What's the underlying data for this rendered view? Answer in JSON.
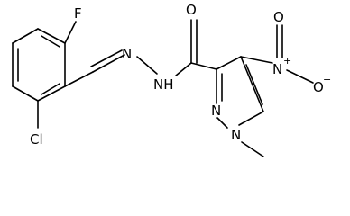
{
  "molecule": {
    "atoms": {
      "F": "F",
      "Cl": "Cl",
      "O_carbonyl": "O",
      "N_hydrazone": "N",
      "NH": "NH",
      "N_ring_2": "N",
      "N_ring_1": "N",
      "N_nitro": "N",
      "N_nitro_charge": "+",
      "O_nitro_top": "O",
      "O_nitro_right": "O",
      "O_nitro_charge": "−"
    }
  }
}
